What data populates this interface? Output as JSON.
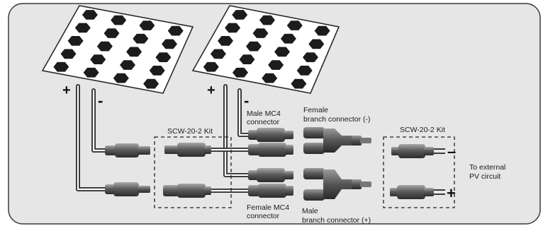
{
  "labels": {
    "panel1_plus": "+",
    "panel1_minus": "-",
    "panel2_plus": "+",
    "panel2_minus": "-",
    "kit_left": "SCW-20-2 Kit",
    "kit_right": "SCW-20-2 Kit",
    "male_mc4_line1": "Male MC4",
    "male_mc4_line2": "connector",
    "female_branch_line1": "Female",
    "female_branch_line2": "branch connector (-)",
    "female_mc4_line1": "Female MC4",
    "female_mc4_line2": "connector",
    "male_branch_line1": "Male",
    "male_branch_line2": "branch connector (+)",
    "external_line1": "To external",
    "external_line2": "PV circuit",
    "out_minus": "–",
    "out_plus": "+"
  },
  "colors": {
    "frame_fill": "#e6e6e6",
    "frame_stroke": "#3a3a3a",
    "panel_fill": "#ffffff",
    "cell_fill": "#1c1c1c",
    "connector_fill": "#6a6a6a"
  },
  "icons": {
    "solar_panel": "solar-panel-icon",
    "mc4_connector": "mc4-connector-icon",
    "branch_connector": "branch-connector-icon"
  }
}
